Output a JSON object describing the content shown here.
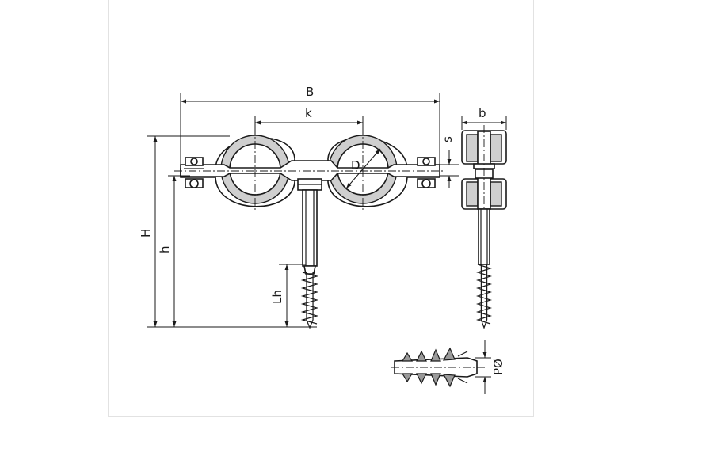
{
  "diagram": {
    "labels": {
      "B": "B",
      "k": "k",
      "b": "b",
      "s": "s",
      "D": "D",
      "H": "H",
      "h": "h",
      "Lh": "Lh",
      "P": "PØ"
    },
    "colors": {
      "line": "#1a1a1a",
      "fill_gray": "#cfcfcf",
      "panel_border": "#e2e2e2"
    }
  }
}
